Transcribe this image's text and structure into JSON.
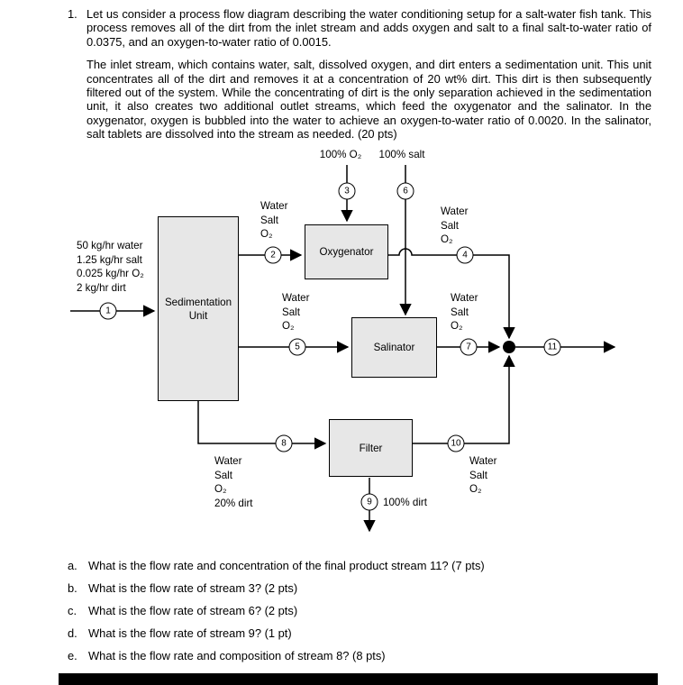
{
  "problem": {
    "number": "1.",
    "para1": "Let us consider a process flow diagram describing the water conditioning setup for a salt-water fish tank. This process removes all of the dirt from the inlet stream and adds oxygen and salt to a final salt-to-water ratio of 0.0375, and an oxygen-to-water ratio of 0.0015.",
    "para2": "The inlet stream, which contains water, salt, dissolved oxygen, and dirt enters a sedimentation unit. This unit concentrates all of the dirt and removes it at a concentration of 20 wt% dirt. This dirt is then subsequently filtered out of the system. While the concentrating of dirt is the only separation achieved in the sedimentation unit, it also creates two additional outlet streams, which feed the oxygenator and the salinator. In the oxygenator, oxygen is bubbled into the water to achieve an oxygen-to-water ratio of 0.0020. In the salinator, salt tablets are dissolved into the stream as needed. (20 pts)"
  },
  "diagram": {
    "feeds": {
      "o2": "100% O₂",
      "salt": "100% salt"
    },
    "units": {
      "sedimentation": "Sedimentation\nUnit",
      "oxygenator": "Oxygenator",
      "salinator": "Salinator",
      "filter": "Filter"
    },
    "streams": {
      "s1": "1",
      "s2": "2",
      "s3": "3",
      "s4": "4",
      "s5": "5",
      "s6": "6",
      "s7": "7",
      "s8": "8",
      "s9": "9",
      "s10": "10",
      "s11": "11"
    },
    "labels": {
      "inlet": "50 kg/hr water\n1.25 kg/hr salt\n0.025 kg/hr O₂\n2 kg/hr dirt",
      "s2": "Water\nSalt\nO₂",
      "s4": "Water\nSalt\nO₂",
      "s5": "Water\nSalt\nO₂",
      "s7": "Water\nSalt\nO₂",
      "s8": "Water\nSalt\nO₂\n20% dirt",
      "s9": "100% dirt",
      "s10": "Water\nSalt\nO₂"
    },
    "colors": {
      "unit_fill": "#e7e7e7",
      "line": "#000000"
    }
  },
  "questions": [
    {
      "letter": "a.",
      "text": "What is the flow rate and concentration of the final product stream 11? (7 pts)"
    },
    {
      "letter": "b.",
      "text": "What is the flow rate of stream 3? (2 pts)"
    },
    {
      "letter": "c.",
      "text": "What is the flow rate of stream 6? (2 pts)"
    },
    {
      "letter": "d.",
      "text": "What is the flow rate of stream 9? (1 pt)"
    },
    {
      "letter": "e.",
      "text": "What is the flow rate and composition of stream 8? (8 pts)"
    }
  ]
}
